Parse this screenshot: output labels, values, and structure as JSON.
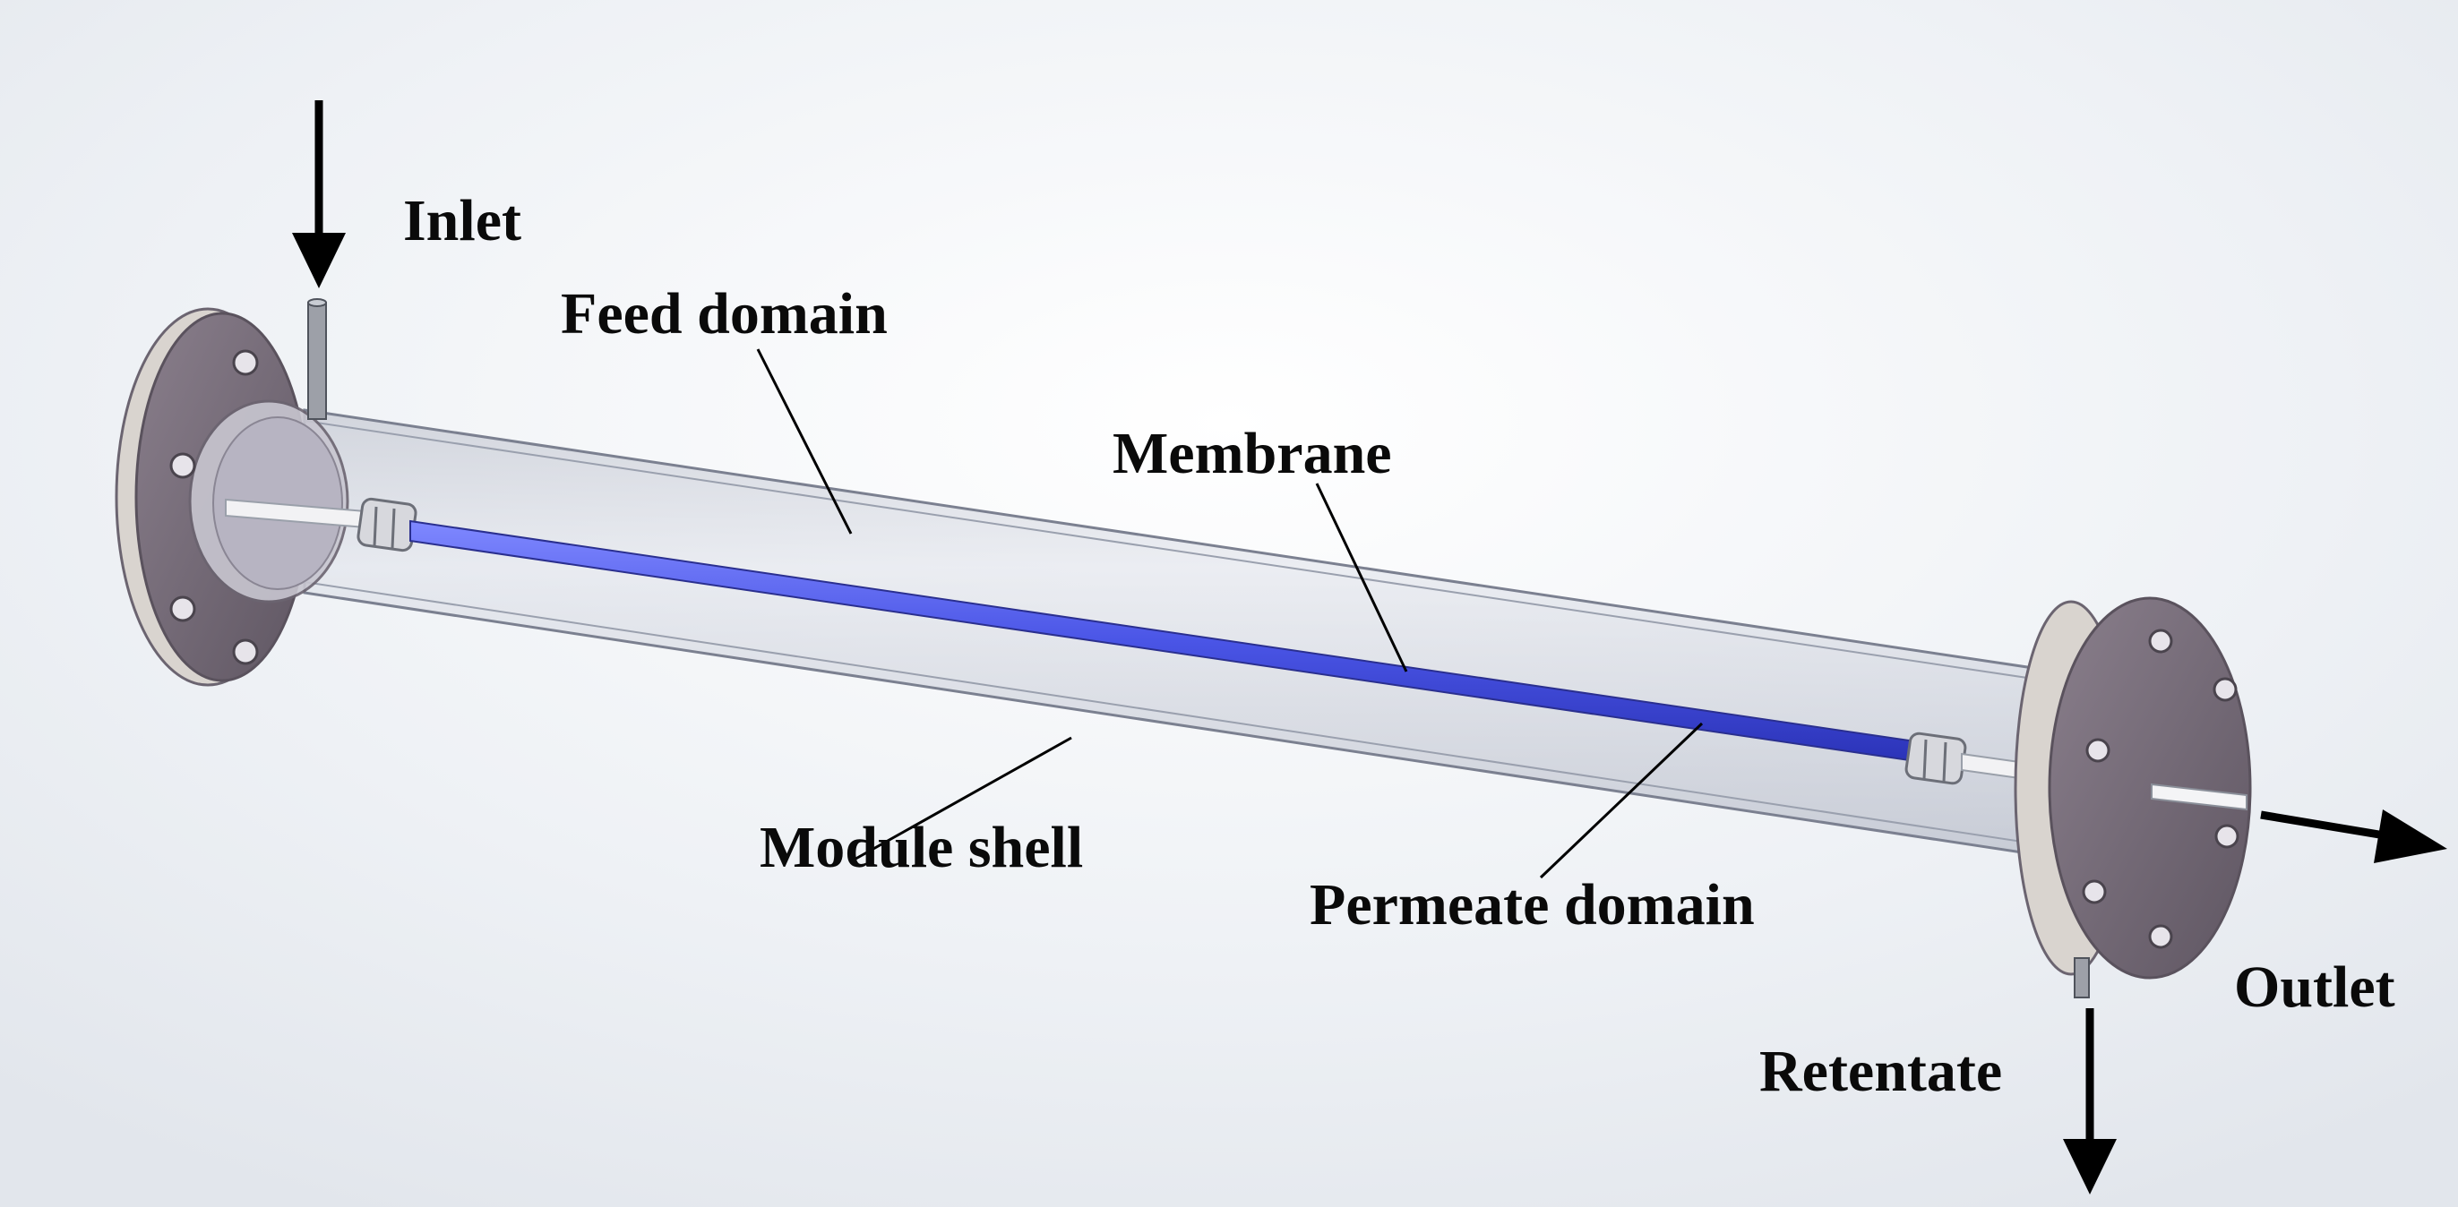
{
  "labels": {
    "inlet": "Inlet",
    "feed_domain": "Feed domain",
    "membrane": "Membrane",
    "module_shell": "Module shell",
    "permeate_domain": "Permeate domain",
    "outlet": "Outlet",
    "retentate": "Retentate"
  },
  "colors": {
    "membrane": "#4a55e6",
    "shell": "#c9ced8",
    "flange": "#7a6e7b",
    "arrow": "#000000"
  }
}
